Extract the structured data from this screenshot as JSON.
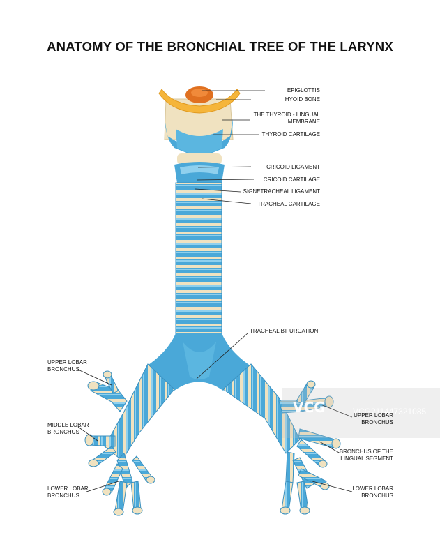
{
  "title": "ANATOMY OF THE BRONCHIAL TREE OF THE LARYNX",
  "labels": {
    "epiglottis": "EPIGLOTTIS",
    "hyoid_bone": "HYOID BONE",
    "thyroid_lingual_membrane_1": "THE THYROID - LINGUAL",
    "thyroid_lingual_membrane_2": "MEMBRANE",
    "thyroid_cartilage": "THYROID CARTILAGE",
    "cricoid_ligament": "CRICOID LIGAMENT",
    "cricoid_cartilage": "CRICOID CARTILAGE",
    "signetracheal_ligament": "SIGNETRACHEAL LIGAMENT",
    "tracheal_cartilage": "TRACHEAL CARTILAGE",
    "tracheal_bifurcation": "TRACHEAL BIFURCATION",
    "upper_lobar_left_1": "UPPER LOBAR",
    "upper_lobar_left_2": "BRONCHUS",
    "middle_lobar_1": "MIDDLE LOBAR",
    "middle_lobar_2": "BRONCHUS",
    "lower_lobar_left_1": "LOWER LOBAR",
    "lower_lobar_left_2": "BRONCHUS",
    "upper_lobar_right_1": "UPPER LOBAR",
    "upper_lobar_right_2": "BRONCHUS",
    "lingual_segment_1": "BRONCHUS OF THE",
    "lingual_segment_2": "LINGUAL SEGMENT",
    "lower_lobar_right_1": "LOWER LOBAR",
    "lower_lobar_right_2": "BRONCHUS"
  },
  "watermark": {
    "logo": "VCG",
    "text": "VCG211447321085"
  },
  "colors": {
    "cartilage_blue": "#4aa8d8",
    "cartilage_light": "#8fd0ee",
    "ligament_cream": "#f0e2c0",
    "epiglottis_orange": "#e07020",
    "hyoid_yellow": "#f5b53a",
    "leader_line": "#222222"
  }
}
